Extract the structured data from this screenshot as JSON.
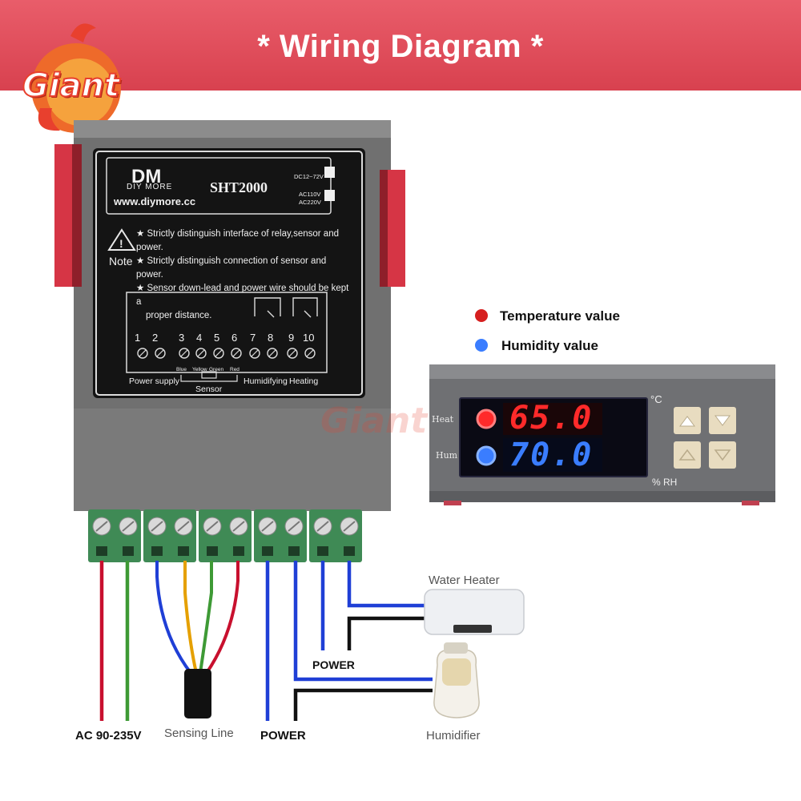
{
  "header": {
    "title": "* Wiring Diagram *",
    "brand_logo_text": "Giant"
  },
  "controller": {
    "brand": "DIY MORE",
    "model": "SHT2000",
    "website": "www.diymore.cc",
    "voltage_option_1": "DC12~72V",
    "voltage_option_2a": "AC110V",
    "voltage_option_2b": "AC220V",
    "note_label": "Note",
    "notes": [
      "★ Strictly distinguish interface of relay,sensor and power.",
      "★ Strictly distinguish connection of sensor and power.",
      "★ Sensor down-lead and power wire should be kept a",
      "proper distance."
    ],
    "terminals": [
      "1",
      "2",
      "3",
      "4",
      "5",
      "6",
      "7",
      "8",
      "9",
      "10"
    ],
    "sensor_wire_colors": [
      "Blue",
      "Yellow",
      "Green",
      "Red"
    ],
    "groups": {
      "power_supply": "Power supply",
      "sensor": "Sensor",
      "humidifying": "Humidifying",
      "heating": "Heating"
    }
  },
  "legend": {
    "temperature": "Temperature value",
    "humidity": "Humidity value"
  },
  "display": {
    "heat_label": "Heat",
    "hum_label": "Hum",
    "temperature_reading": "65.0",
    "humidity_reading": "70.0",
    "unit_celsius": "°C",
    "unit_rh": "% RH"
  },
  "wiring": {
    "ac_label": "AC 90-235V",
    "sensing_label": "Sensing Line",
    "power_label_1": "POWER",
    "power_label_2": "POWER",
    "water_heater_label": "Water Heater",
    "humidifier_label": "Humidifier"
  },
  "colors": {
    "banner": "#dc4453",
    "wire_red": "#c8102e",
    "wire_green": "#3e9a35",
    "wire_blue": "#1f3fd6",
    "wire_yellow": "#e5a000",
    "wire_black": "#111111",
    "led_red": "#ff2a2a",
    "led_blue": "#3a7dff"
  }
}
